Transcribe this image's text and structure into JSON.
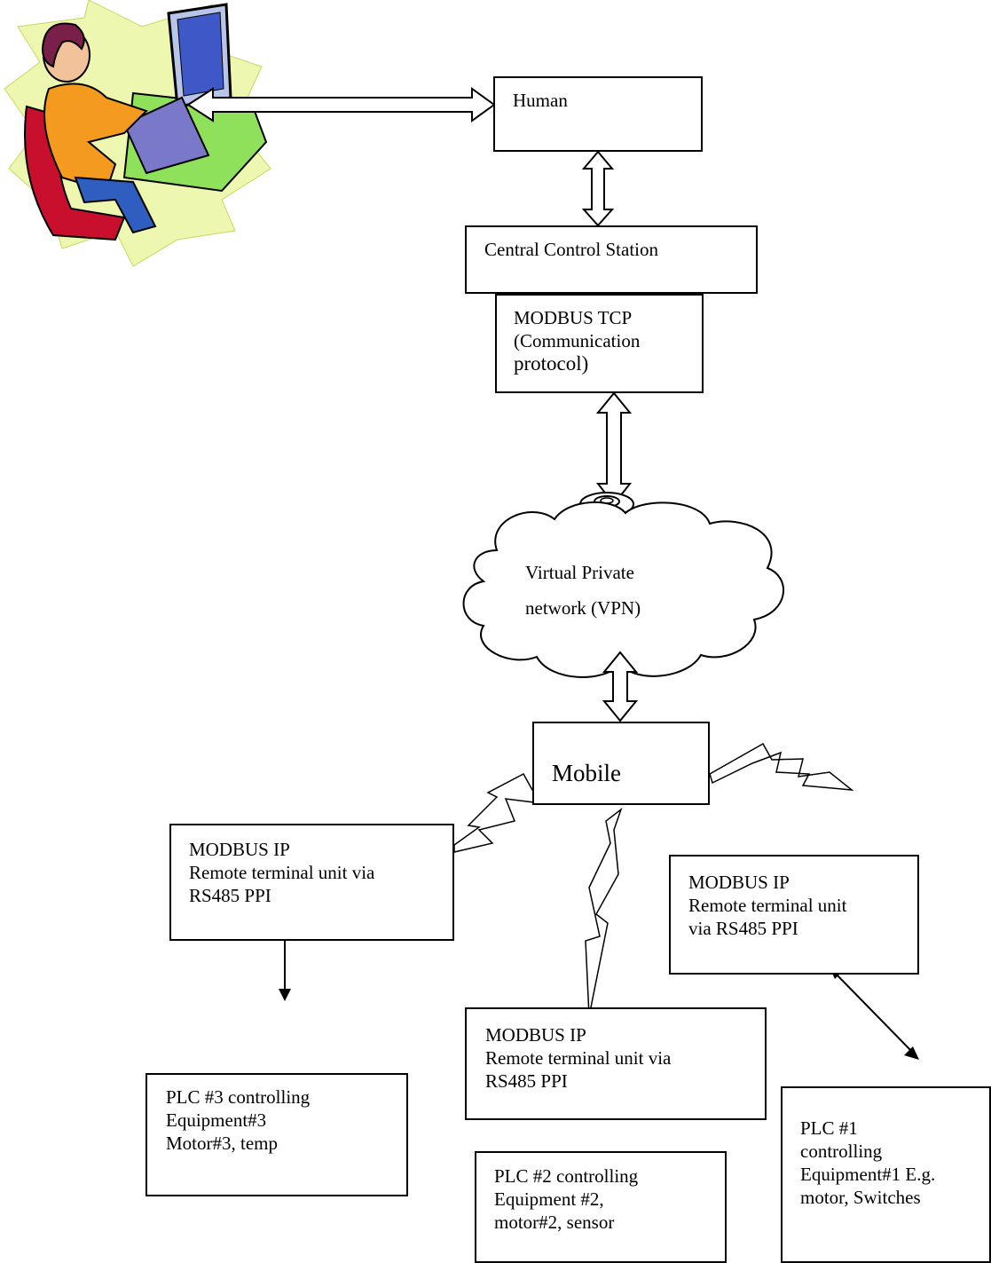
{
  "diagram": {
    "human": {
      "label": "Human"
    },
    "central": {
      "label": "Central Control Station"
    },
    "protocol": {
      "lines": [
        "MODBUS TCP",
        "(Communication",
        "protocol)"
      ]
    },
    "vpn": {
      "lines": [
        "Virtual Private",
        "network (VPN)"
      ]
    },
    "mobile": {
      "label": "Mobile"
    },
    "rtu_left": {
      "lines": [
        "MODBUS IP",
        "Remote terminal unit via",
        "RS485 PPI"
      ]
    },
    "rtu_right": {
      "lines": [
        "MODBUS IP",
        "Remote terminal unit",
        "via RS485 PPI"
      ]
    },
    "rtu_middle": {
      "lines": [
        "MODBUS IP",
        "Remote terminal unit via",
        "RS485 PPI"
      ]
    },
    "plc3": {
      "lines": [
        "PLC #3 controlling",
        "Equipment#3",
        "Motor#3, temp"
      ]
    },
    "plc2": {
      "lines": [
        "PLC #2 controlling",
        "Equipment #2,",
        "motor#2, sensor"
      ]
    },
    "plc1": {
      "lines": [
        "PLC #1",
        "controlling",
        "Equipment#1 E.g.",
        "motor, Switches"
      ]
    }
  }
}
